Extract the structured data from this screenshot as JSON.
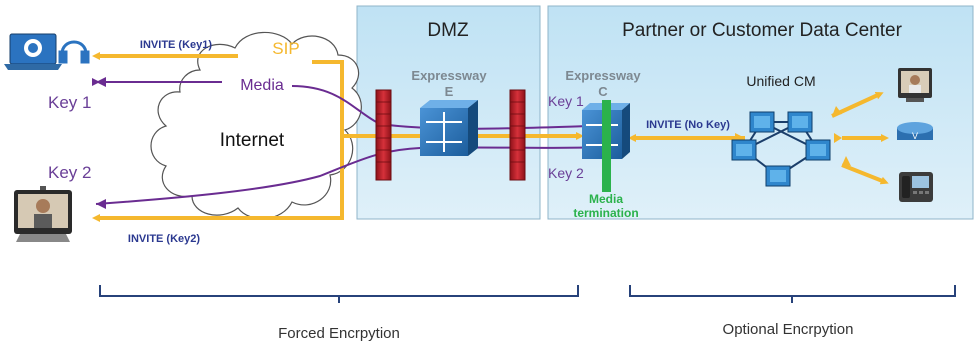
{
  "zones": {
    "dmz_title": "DMZ",
    "datacenter_title": "Partner or Customer Data Center"
  },
  "labels": {
    "invite_key1": "INVITE (Key1)",
    "invite_key2": "INVITE (Key2)",
    "invite_nokey": "INVITE (No Key)",
    "sip": "SIP",
    "media": "Media",
    "internet": "Internet",
    "key1_left": "Key 1",
    "key2_left": "Key 2",
    "key1_right": "Key 1",
    "key2_right": "Key 2",
    "expressway_e_line1": "Expressway",
    "expressway_e_line2": "E",
    "expressway_c_line1": "Expressway",
    "expressway_c_line2": "C",
    "unified_cm": "Unified CM",
    "media_termination_line1": "Media",
    "media_termination_line2": "termination",
    "forced_encryption": "Forced Encrpytion",
    "optional_encryption": "Optional Encrpytion"
  },
  "colors": {
    "sip": "#f5b82e",
    "media": "#6a2c91",
    "key_text": "#6a3f97",
    "invite_text": "#2b3990",
    "firewall": "#c8202b",
    "zone_fill": "#c5e4f4",
    "zone_border": "#7fa7bf",
    "media_termination": "#2bb24c",
    "bracket": "#27427a"
  },
  "icons": {
    "jabber_laptop": "laptop-jabber-icon",
    "headset": "headset-icon",
    "video_endpoint": "video-endpoint-icon",
    "firewall": "firewall-icon",
    "expressway": "expressway-icon",
    "ucm_cluster": "unified-cm-cluster-icon",
    "ip_phone": "ip-phone-icon",
    "gateway": "voice-gateway-icon"
  }
}
